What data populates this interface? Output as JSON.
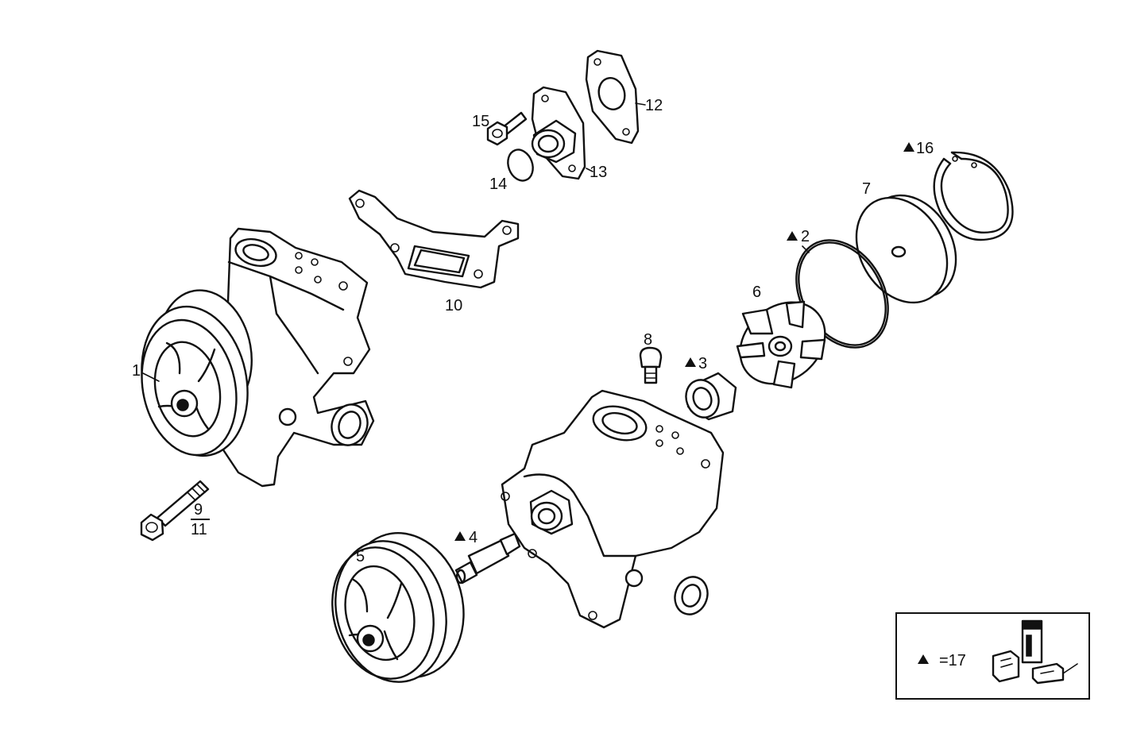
{
  "callouts": {
    "p1": "1",
    "p2": "2",
    "p3": "3",
    "p4": "4",
    "p5": "5",
    "p6": "6",
    "p7": "7",
    "p8": "8",
    "p9": "9",
    "p10": "10",
    "p11": "11",
    "p12": "12",
    "p13": "13",
    "p14": "14",
    "p15": "15",
    "p16": "16"
  },
  "legend": {
    "equals_text": "=17"
  },
  "colors": {
    "line": "#111111",
    "background": "#ffffff"
  }
}
